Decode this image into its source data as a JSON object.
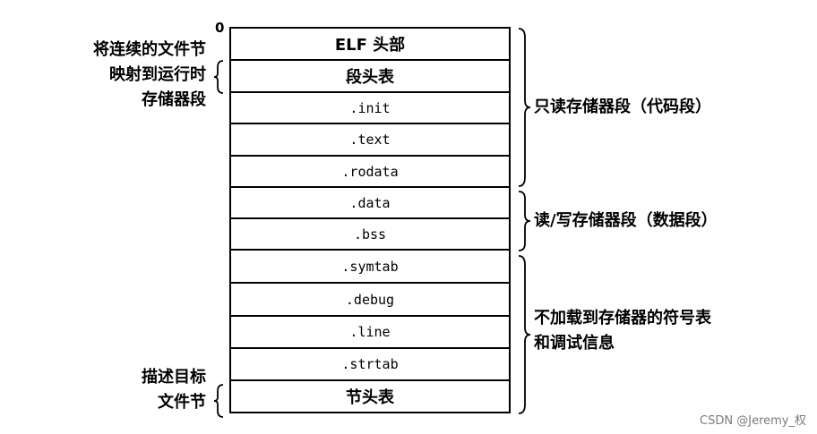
{
  "origin_label": "0",
  "sections": [
    {
      "label": "ELF 头部",
      "style": "cn"
    },
    {
      "label": "段头表",
      "style": "cn"
    },
    {
      "label": ".init",
      "style": "mono"
    },
    {
      "label": ".text",
      "style": "mono"
    },
    {
      "label": ".rodata",
      "style": "mono"
    },
    {
      "label": ".data",
      "style": "mono"
    },
    {
      "label": ".bss",
      "style": "mono"
    },
    {
      "label": ".symtab",
      "style": "mono"
    },
    {
      "label": ".debug",
      "style": "mono"
    },
    {
      "label": ".line",
      "style": "mono"
    },
    {
      "label": ".strtab",
      "style": "mono"
    },
    {
      "label": "节头表",
      "style": "cn"
    }
  ],
  "left_annotations": {
    "mapping": [
      "将连续的文件节",
      "映射到运行时",
      "存储器段"
    ],
    "describe": [
      "描述目标",
      "文件节"
    ]
  },
  "right_annotations": {
    "readonly": "只读存储器段（代码段）",
    "readwrite": "读/写存储器段（数据段）",
    "not_loaded": [
      "不加载到存储器的符号表",
      "和调试信息"
    ]
  },
  "watermark": "CSDN @Jeremy_权"
}
